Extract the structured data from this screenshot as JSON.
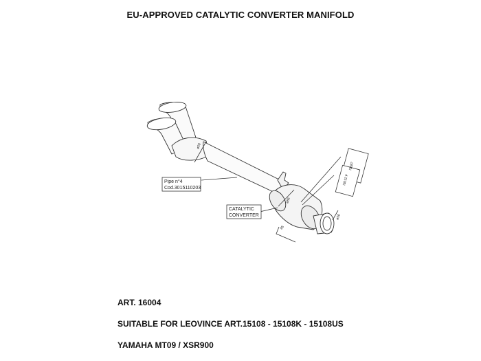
{
  "title": "EU-APPROVED CATALYTIC CONVERTER MANIFOLD",
  "drawing": {
    "pipe_label_line1": "Pipe n°4",
    "pipe_label_line2": "Cod.3015110203",
    "catalytic_label_line1": "CATALYTIC",
    "catalytic_label_line2": "CONVERTER",
    "dim_pipe_diameter": "ø50",
    "dim_cat_diameter": "ø86",
    "dim_cat_length": "85",
    "dim_outlet_diameter": "ø50",
    "callout_1": "I3387",
    "callout_2": "I3012 F"
  },
  "info": {
    "article": "ART. 16004",
    "suitable": "SUITABLE FOR LEOVINCE ART.15108 - 15108K - 15108US",
    "model": "YAMAHA MT09 / XSR900"
  },
  "colors": {
    "line": "#333333",
    "text": "#111111",
    "background": "#ffffff"
  }
}
